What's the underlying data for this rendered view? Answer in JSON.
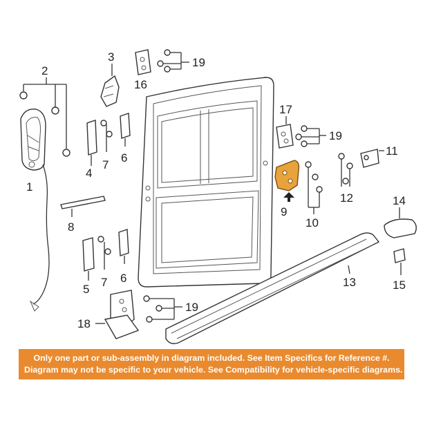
{
  "colors": {
    "highlight": "#e8a33c",
    "banner_bg": "#ea8a2e",
    "banner_text": "#ffffff",
    "line": "#333333"
  },
  "callouts": {
    "c1": "1",
    "c2": "2",
    "c3": "3",
    "c4": "4",
    "c5": "5",
    "c6a": "6",
    "c6b": "6",
    "c7a": "7",
    "c7b": "7",
    "c8": "8",
    "c9": "9",
    "c10": "10",
    "c11": "11",
    "c12": "12",
    "c13": "13",
    "c14": "14",
    "c15": "15",
    "c16": "16",
    "c17": "17",
    "c19a": "19",
    "c19b": "19",
    "c19c": "19",
    "c18": "18"
  },
  "banner": {
    "line1": "Only one part or sub-assembly in diagram included. See Item Specifics for Reference #.",
    "line2": "Diagram may not be specific to your vehicle. See Compatibility for vehicle-specific diagrams."
  }
}
